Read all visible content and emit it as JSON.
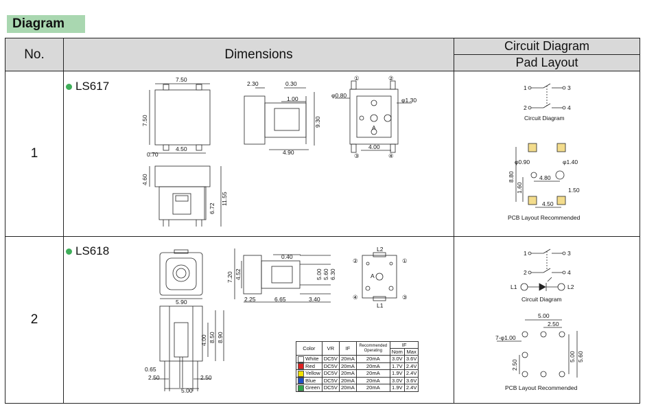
{
  "title": "Diagram",
  "table": {
    "col_no": "No.",
    "col_dimensions": "Dimensions",
    "col_circuit": "Circuit Diagram",
    "col_pad": "Pad Layout"
  },
  "rows": [
    {
      "no": "1",
      "model": "LS617",
      "dims": {
        "top_w": "7.50",
        "top_h": "7.50",
        "pin_off": "0.70",
        "pin_pitch": "4.50",
        "front_h1": "4.60",
        "front_h2": "6.72",
        "front_total": "11.55",
        "side_a": "2.30",
        "side_b": "0.30",
        "side_c": "1.00",
        "side_h": "9.30",
        "side_w": "4.90",
        "bot_hole1": "φ0.80",
        "bot_hole2": "φ1.30",
        "bot_pitch": "4.00",
        "pin1": "①",
        "pin2": "②",
        "pin3": "③",
        "pin4": "④",
        "mark_a": "A"
      },
      "circuit": {
        "n1": "1",
        "n2": "2",
        "n3": "3",
        "n4": "4",
        "caption": "Circuit Diagram"
      },
      "pad": {
        "d1": "φ0.90",
        "d2": "φ1.40",
        "h1": "8.80",
        "h2": "1.60",
        "w1": "4.80",
        "w2": "1.50",
        "w3": "4.50",
        "caption": "PCB Layout Recommended"
      }
    },
    {
      "no": "2",
      "model": "LS618",
      "dims": {
        "top_w": "5.90",
        "side_a": "0.40",
        "side_h1": "7.20",
        "side_h2": "4.52",
        "side_h3": "5.00",
        "side_h4": "5.60",
        "side_h5": "6.30",
        "side_w1": "2.25",
        "side_w2": "6.65",
        "side_w3": "3.40",
        "front_h1": "4.00",
        "front_h2": "8.50",
        "front_h3": "8.90",
        "front_a": "0.65",
        "front_b": "2.50",
        "front_c": "2.50",
        "front_w": "5.00",
        "bot_l1": "L1",
        "bot_l2": "L2",
        "pin1": "①",
        "pin2": "②",
        "pin3": "③",
        "pin4": "④",
        "mark_a": "A"
      },
      "circuit": {
        "n1": "1",
        "n2": "2",
        "n3": "3",
        "n4": "4",
        "l1": "L1",
        "l2": "L2",
        "caption": "Circuit Diagram"
      },
      "pad": {
        "w1": "5.00",
        "w2": "2.50",
        "holes": "7-φ1.00",
        "h1": "2.50",
        "h2": "5.00",
        "h3": "5.60",
        "caption": "PCB Layout Recommended"
      },
      "led_table": {
        "headers": [
          "Color",
          "VR",
          "IF",
          "Recommended Operating",
          "IF"
        ],
        "sub_headers": [
          "Nom",
          "Max"
        ],
        "rows": [
          {
            "color": "White",
            "swatch": "#ffffff",
            "vr": "DC5V",
            "if": "20mA",
            "op": "20mA",
            "nom": "3.0V",
            "max": "3.6V"
          },
          {
            "color": "Red",
            "swatch": "#e02020",
            "vr": "DC5V",
            "if": "20mA",
            "op": "20mA",
            "nom": "1.7V",
            "max": "2.4V"
          },
          {
            "color": "Yellow",
            "swatch": "#f2e200",
            "vr": "DC5V",
            "if": "20mA",
            "op": "20mA",
            "nom": "1.9V",
            "max": "2.4V"
          },
          {
            "color": "Blue",
            "swatch": "#1e4fc8",
            "vr": "DC5V",
            "if": "20mA",
            "op": "20mA",
            "nom": "3.0V",
            "max": "3.6V"
          },
          {
            "color": "Green",
            "swatch": "#2fa34a",
            "vr": "DC5V",
            "if": "20mA",
            "op": "20mA",
            "nom": "1.9V",
            "max": "2.4V"
          }
        ]
      }
    }
  ],
  "colors": {
    "title_bg": "#a9d7b0",
    "header_bg": "#d9d9d9",
    "bullet": "#3fae5a",
    "pad": "#f3dc8c"
  }
}
